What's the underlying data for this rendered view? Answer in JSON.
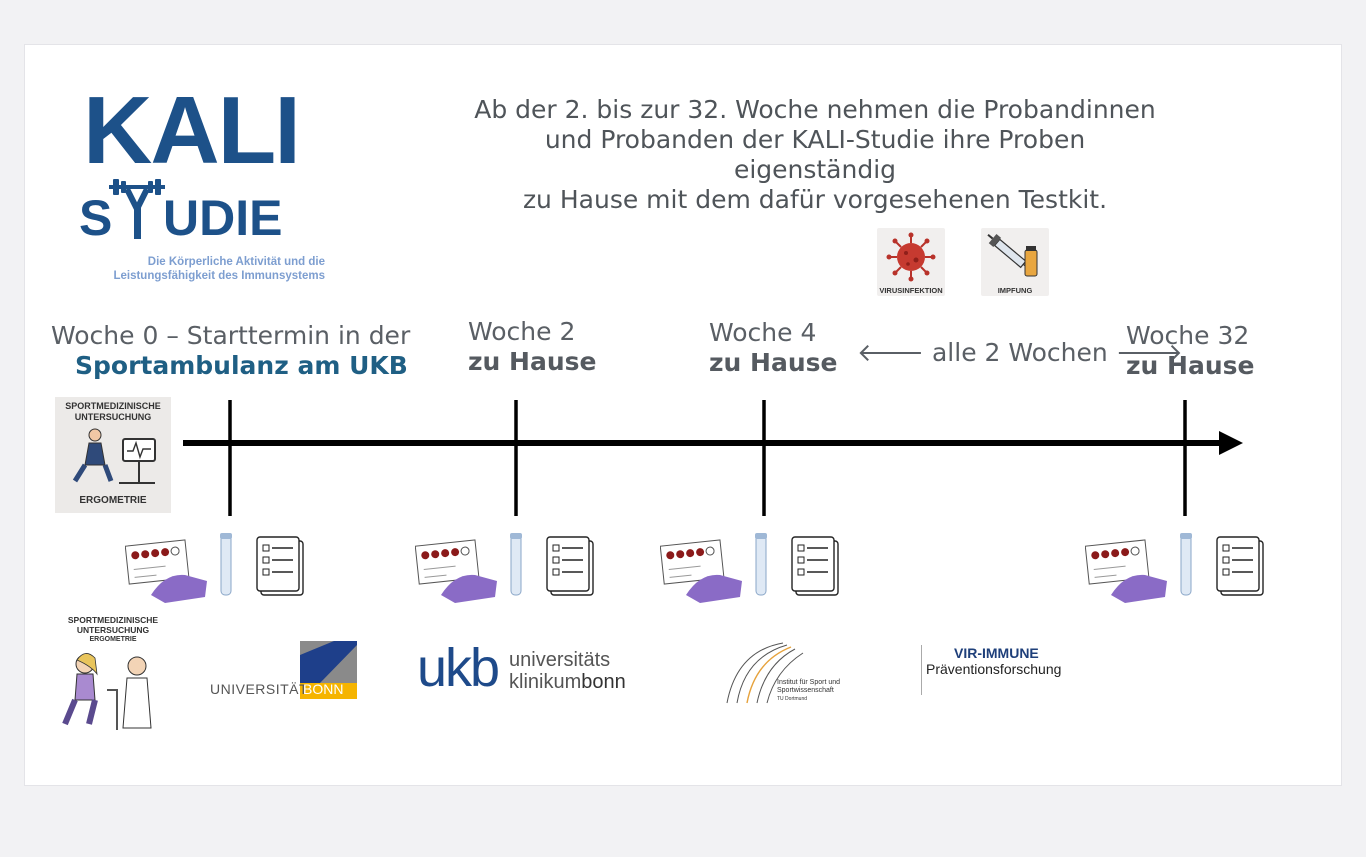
{
  "logo": {
    "title": "KALI",
    "subtitle_s": "S",
    "subtitle_rest": "UDIE",
    "tagline_line1": "Die Körperliche Aktivität und die",
    "tagline_line2": "Leistungsfähigkeit des Immunsystems"
  },
  "header": {
    "line1": "Ab der 2. bis zur 32. Woche nehmen die Probandinnen",
    "line2": "und Probanden der KALI-Studie ihre Proben eigenständig",
    "line3": "zu Hause mit dem dafür vorgesehenen Testkit."
  },
  "events": {
    "virus": "VIRUSINFEKTION",
    "vaccine": "IMPFUNG"
  },
  "timeline": {
    "week0_title": "Woche 0 – Starttermin in der",
    "week0_sub": "Sportambulanz am UKB",
    "week2_title": "Woche 2",
    "week2_sub": "zu Hause",
    "week4_title": "Woche 4",
    "week4_sub": "zu Hause",
    "interval": "🡐 alle 2 Wochen 🡒",
    "week32_title": "Woche 32",
    "week32_sub": "zu Hause"
  },
  "ergometry": {
    "line1": "SPORTMEDIZINISCHE",
    "line2": "UNTERSUCHUNG",
    "label": "ERGOMETRIE"
  },
  "partners": {
    "ergo_line1": "SPORTMEDIZINISCHE",
    "ergo_line2": "UNTERSUCHUNG",
    "ergo_line3": "ERGOMETRIE",
    "uni_left": "UNIVERSITÄT",
    "uni_right": "BONN",
    "ukb_mark": "ukb",
    "ukb_line1": "universitäts",
    "ukb_line2_a": "klinikum",
    "ukb_line2_b": "bonn",
    "tu_line1": "Institut für Sport und",
    "tu_line2": "Sportwissenschaft",
    "tu_line3": "TU Dortmund",
    "vir_title": "VIR-IMMUNE",
    "vir_sub": "Präventionsforschung"
  },
  "colors": {
    "brand_blue": "#1d5189",
    "sport_blue": "#1f5f84",
    "uni_yellow": "#f5b400",
    "glove_purple": "#8a6bc6",
    "blood_red": "#8b1a1a"
  }
}
